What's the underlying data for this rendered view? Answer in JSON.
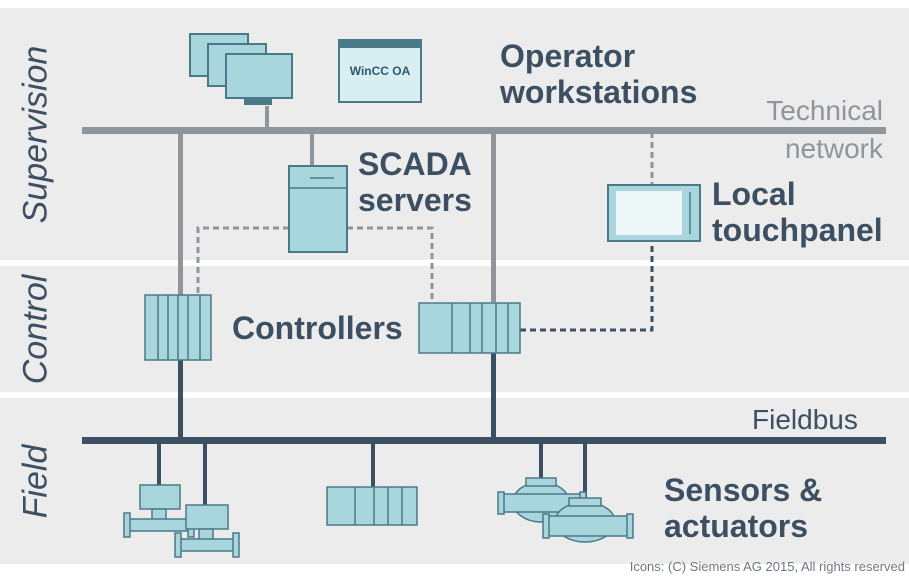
{
  "bands": {
    "supervision": "Supervision",
    "control": "Control",
    "field": "Field"
  },
  "labels": {
    "operator_line1": "Operator",
    "operator_line2": "workstations",
    "wincc": "WinCC OA",
    "technical_line1": "Technical",
    "technical_line2": "network",
    "scada_line1": "SCADA",
    "scada_line2": "servers",
    "touch_line1": "Local",
    "touch_line2": "touchpanel",
    "controllers": "Controllers",
    "fieldbus": "Fieldbus",
    "sensors_line1": "Sensors &",
    "sensors_line2": "actuators",
    "credit": "Icons: (C) Siemens AG 2015, All rights reserved"
  },
  "colors": {
    "band_fill": "#ececec",
    "line_grey": "#8e959b",
    "line_dark": "#3c4f63",
    "device_teal": "#a9d6dc",
    "device_dark": "#4a7a88",
    "text_dark": "#3c4f63"
  }
}
